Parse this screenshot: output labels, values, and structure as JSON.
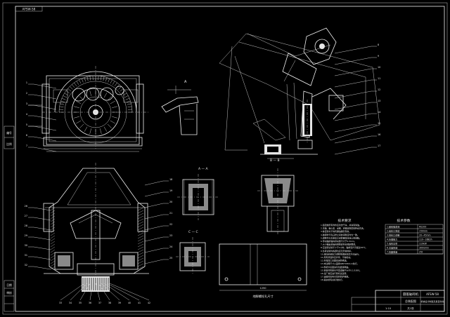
{
  "sheet": {
    "drawing_number_tab": "AFSW-58",
    "side_labels": [
      "编号",
      "比例",
      "日期",
      "审核"
    ]
  },
  "section_marks": {
    "view_a": "A",
    "section_aa": "A — A",
    "section_bb": "B — B",
    "section_cc": "C — C"
  },
  "foundation": {
    "caption": "地脚螺栓孔尺寸",
    "dim_label": "1250"
  },
  "technical_requirements": {
    "title": "技术要求",
    "lines": [
      "1.装配前所有零件应清洗干净，并涂润滑油。",
      "2.主轴、偏心套、动锥、定锥装配后应转动灵活。",
      "3.各密封处不得有漏油漏灰现象。",
      "4.破碎壁与轧臼壁之间的间隙应均匀一致。",
      "5.调整环与支承套之间的螺纹应涂以润滑脂。",
      "6.传动轴的轴向窜动量不大于0.3mm。",
      "7.大小锥齿轮啮合侧隙应符合规定要求。",
      "8.空运转试验不少于2小时，轴承温升不超过35℃。",
      "9.负荷试验时各部位应无异常响声。",
      "10.液压系统压力调整至规定值后方可运行。",
      "11.所有紧固件应拧紧，不得松动。",
      "12.外露加工表面应涂防锈油。",
      "13.未注明尺寸公差按GB/T1804-m执行。",
      "14.整机外表面涂灰色面漆两遍。",
      "15.安装时机座水平度误差不大于0.1/1000。",
      "16.出厂前应进行整机试运转。",
      "17.运输时应有可靠的防护措施。",
      "18.其余按有关标准执行。"
    ]
  },
  "technical_parameters": {
    "title": "技术参数",
    "rows": [
      {
        "k": "1.破碎锥直径",
        "v": "Φ1200"
      },
      {
        "k": "2.给料口宽度",
        "v": "150mm"
      },
      {
        "k": "3.排料口调整",
        "v": "20~45mm"
      },
      {
        "k": "4.处理能力",
        "v": "110~168t/h"
      },
      {
        "k": "5.电机功率",
        "v": "110kW"
      },
      {
        "k": "6.主轴转速",
        "v": "300r/min"
      },
      {
        "k": "7.机器重量",
        "v": "25t"
      }
    ]
  },
  "title_block": {
    "drawing_title": "圆锥破碎机",
    "drawing_no": "AFSW-58",
    "school": "机械设计制造及其自动化",
    "sheet_label": "总装配图",
    "scale": "1:10",
    "sheet": "共1张",
    "material": ""
  },
  "balloons": {
    "left_top": [
      "1",
      "2",
      "3",
      "4",
      "5",
      "6",
      "7"
    ],
    "right_top": [
      "8",
      "9",
      "10",
      "11",
      "12",
      "13",
      "14",
      "15",
      "16",
      "17"
    ],
    "mid_right": [
      "18",
      "19",
      "20",
      "21",
      "22",
      "23",
      "24",
      "25"
    ],
    "bottom_left": [
      "26",
      "27",
      "28",
      "29",
      "30",
      "31",
      "32"
    ],
    "bottom_bottom": [
      "33",
      "34",
      "35",
      "36",
      "37",
      "38",
      "39",
      "40",
      "41",
      "42"
    ]
  }
}
